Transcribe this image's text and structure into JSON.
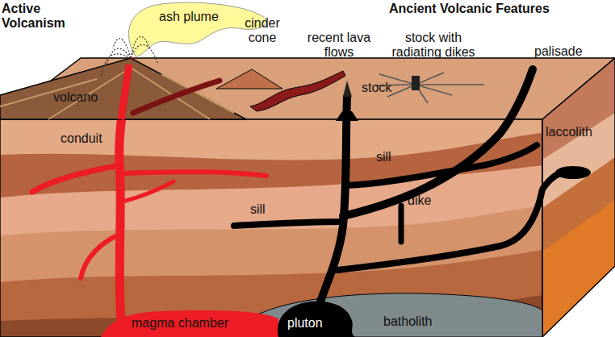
{
  "diagram": {
    "labels": [
      "Active Volcanism",
      "ash plume",
      "cinder cone",
      "recent lava flows",
      "stock with radiating dikes",
      "Ancient Volcanic Features",
      "palisade",
      "volcano",
      "stock",
      "conduit",
      "sill",
      "laccolith",
      "sill",
      "dike",
      "magma chamber",
      "pluton",
      "batholith"
    ]
  }
}
